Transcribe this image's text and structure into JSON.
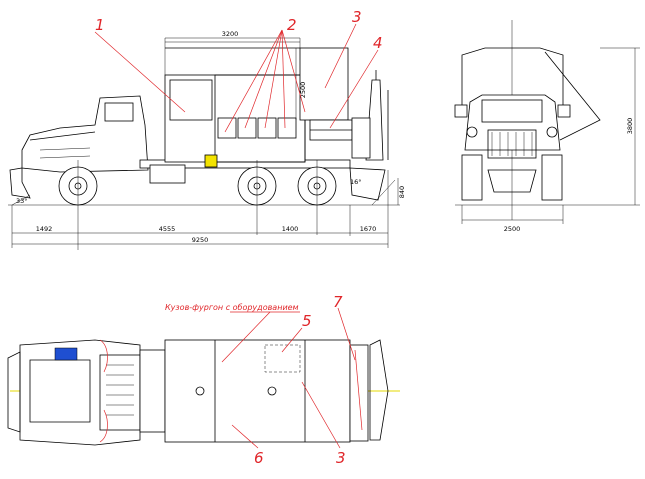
{
  "callouts": {
    "c1": "1",
    "c2": "2",
    "c3_top": "3",
    "c4": "4",
    "c5": "5",
    "c6": "6",
    "c7": "7",
    "c3_bottom": "3"
  },
  "caption": "Кузов-фургон с оборудованием",
  "dimensions": {
    "body_length": "3200",
    "body_height": "2500",
    "front_overhang": "1492",
    "wheelbase": "4555",
    "rear_axle_spacing": "1400",
    "rear_overhang": "1670",
    "total_length": "9250",
    "approach_angle": "33°",
    "departure_angle": "16°",
    "ground_clearance": "840",
    "overall_height": "3800",
    "overall_width": "2500"
  },
  "colors": {
    "callout": "#e0262a",
    "centerline": "#e6d800",
    "accent_blue": "#1f4fd1"
  }
}
